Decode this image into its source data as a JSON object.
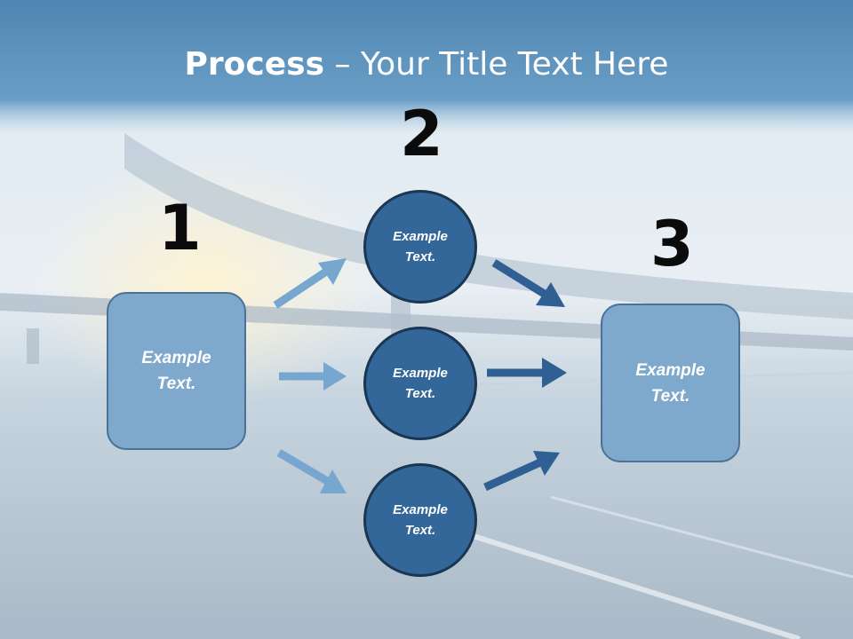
{
  "title": {
    "bold": "Process",
    "rest": " – Your Title Text Here"
  },
  "steps": [
    {
      "number": "1",
      "text": "Example\nText."
    },
    {
      "number": "2",
      "items": [
        "Example\nText.",
        "Example\nText.",
        "Example\nText."
      ]
    },
    {
      "number": "3",
      "text": "Example\nText."
    }
  ],
  "colors": {
    "header": "#5b93bd",
    "box_fill": "#7ea9cc",
    "circle_fill": "#336699",
    "arrow_light": "#77a6cf",
    "arrow_dark": "#2f5f93"
  }
}
